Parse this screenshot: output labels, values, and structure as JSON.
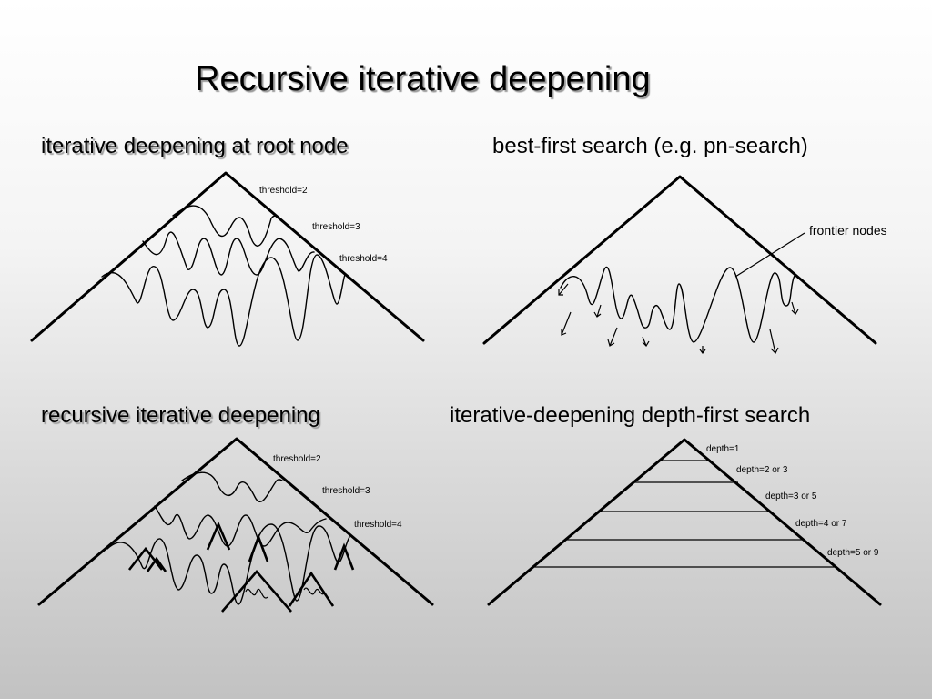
{
  "title": "Recursive iterative deepening",
  "panels": {
    "iterative_root": {
      "title": "iterative deepening at root node",
      "labels": [
        "threshold=2",
        "threshold=3",
        "threshold=4"
      ]
    },
    "best_first": {
      "title": "best-first search (e.g. pn-search)",
      "annotation": "frontier nodes"
    },
    "recursive": {
      "title": "recursive iterative deepening",
      "labels": [
        "threshold=2",
        "threshold=3",
        "threshold=4"
      ]
    },
    "idfs": {
      "title": "iterative-deepening depth-first search",
      "labels": [
        "depth=1",
        "depth=2 or 3",
        "depth=3 or 5",
        "depth=4 or 7",
        "depth=5 or 9"
      ]
    }
  }
}
